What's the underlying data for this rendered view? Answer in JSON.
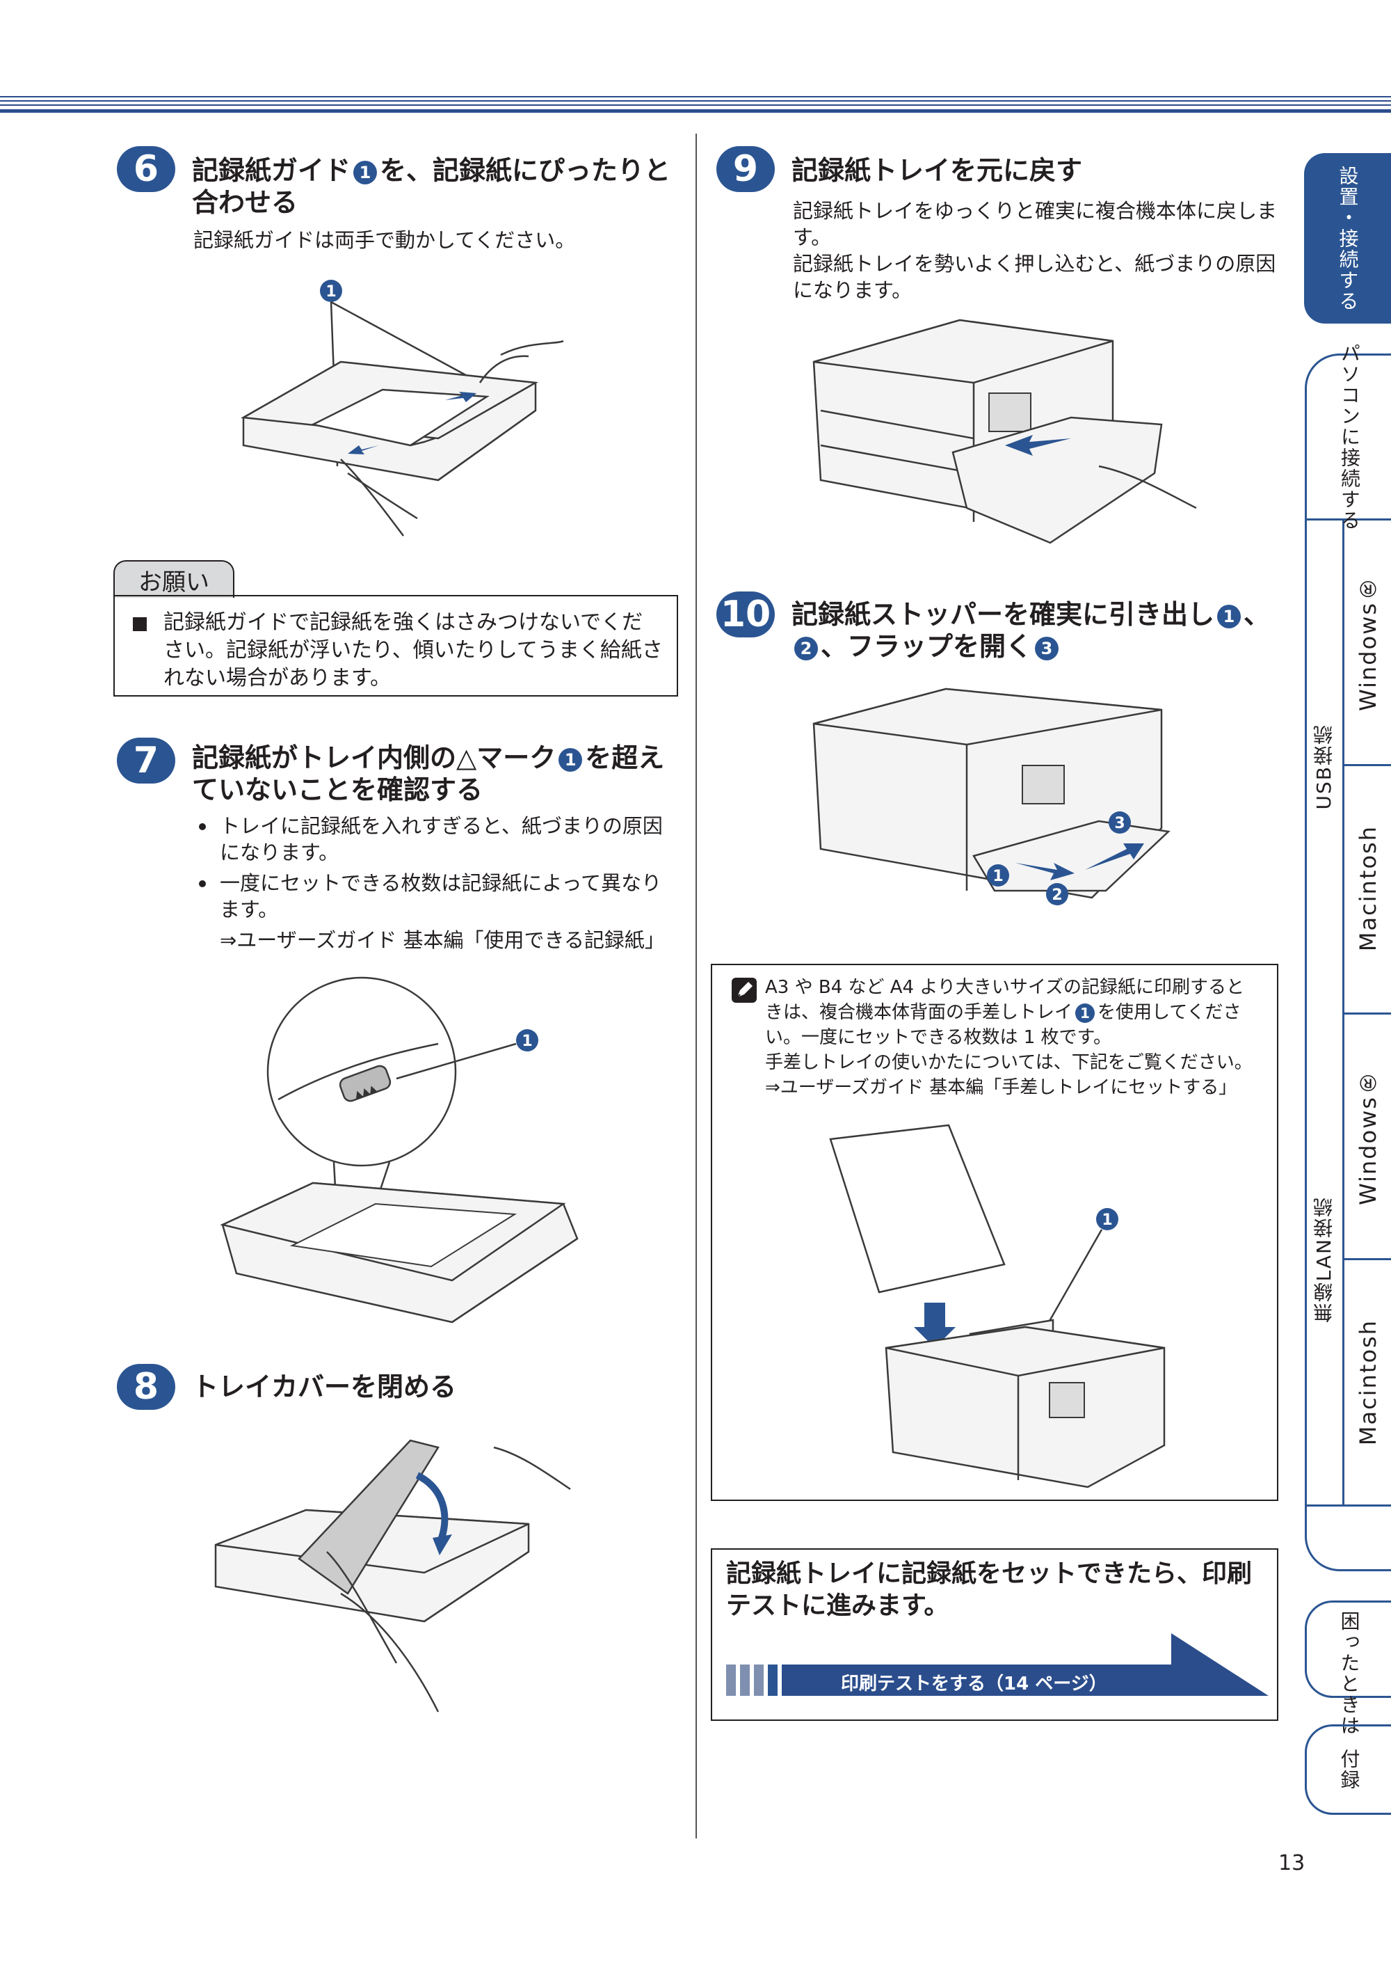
{
  "page_number": "13",
  "colors": {
    "accent": "#2b5592",
    "gray_tab": "#d9dadb",
    "text": "#231f20"
  },
  "steps": {
    "s6": {
      "num": "6",
      "title_a": "記録紙ガイド",
      "title_b": "を、記録紙にぴったりと",
      "title_c": "合わせる",
      "body": "記録紙ガイドは両手で動かしてください。"
    },
    "s7": {
      "num": "7",
      "title_a": "記録紙がトレイ内側の△マーク",
      "title_b": "を超え",
      "title_c": "ていないことを確認する",
      "bullet1": "トレイに記録紙を入れすぎると、紙づまりの原因になります。",
      "bullet2": "一度にセットできる枚数は記録紙によって異なります。",
      "ref": "⇒ユーザーズガイド 基本編「使用できる記録紙」"
    },
    "s8": {
      "num": "8",
      "title": "トレイカバーを閉める"
    },
    "s9": {
      "num": "9",
      "title": "記録紙トレイを元に戻す",
      "body1": "記録紙トレイをゆっくりと確実に複合機本体に戻します。",
      "body2": "記録紙トレイを勢いよく押し込むと、紙づまりの原因になります。"
    },
    "s10": {
      "num": "10",
      "title_a": "記録紙ストッパーを確実に引き出し",
      "title_b": "、",
      "title_c": "、フラップを開く"
    }
  },
  "callout_nums": {
    "n1": "1",
    "n2": "2",
    "n3": "3"
  },
  "onegai": {
    "label": "お願い",
    "text": "記録紙ガイドで記録紙を強くはさみつけないでください。記録紙が浮いたり、傾いたりしてうまく給紙されない場合があります。"
  },
  "note": {
    "icon": "pencil-note-icon",
    "line1": "A3 や B4 など A4 より大きいサイズの記録紙に印刷すると",
    "line2a": "きは、複合機本体背面の手差しトレイ",
    "line2b": "を使用してくださ",
    "line3": "い。一度にセットできる枚数は 1 枚です。",
    "line4": "手差しトレイの使いかたについては、下記をご覧ください。",
    "line5": "⇒ユーザーズガイド 基本編「手差しトレイにセットする」"
  },
  "next": {
    "text": "記録紙トレイに記録紙をセットできたら、印刷テストに進みます。",
    "button": "印刷テストをする（14 ページ）"
  },
  "side_tabs": {
    "setup": "設置・接続する",
    "pc": "パソコンに接続する",
    "usb": "USB接続",
    "usb_win": "Windows®",
    "usb_mac": "Macintosh",
    "wlan": "無線LAN接続",
    "wlan_win": "Windows®",
    "wlan_mac": "Macintosh",
    "trouble": "困ったときは",
    "appendix": "付録"
  }
}
